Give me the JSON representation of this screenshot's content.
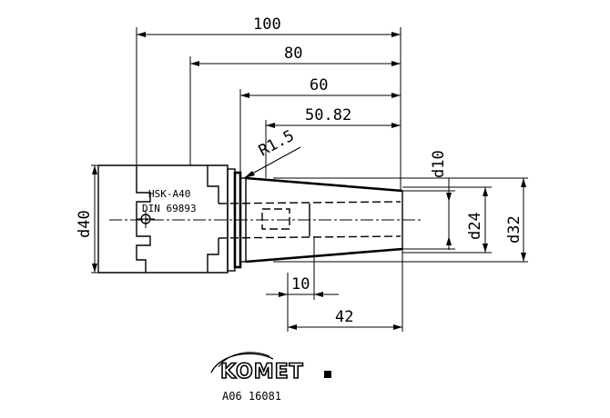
{
  "dimensions": {
    "length_100": "100",
    "length_80": "80",
    "length_60": "60",
    "length_50_82": "50.82",
    "radius": "R1.5",
    "diameter_10": "d10",
    "diameter_24": "d24",
    "diameter_32": "d32",
    "diameter_40": "d40",
    "length_10": "10",
    "length_42": "42"
  },
  "shank_labels": {
    "line1": "HSK-A40",
    "line2": "DIN 69893"
  },
  "logo": {
    "brand": "KOMET"
  },
  "part_number": "A06 16081"
}
